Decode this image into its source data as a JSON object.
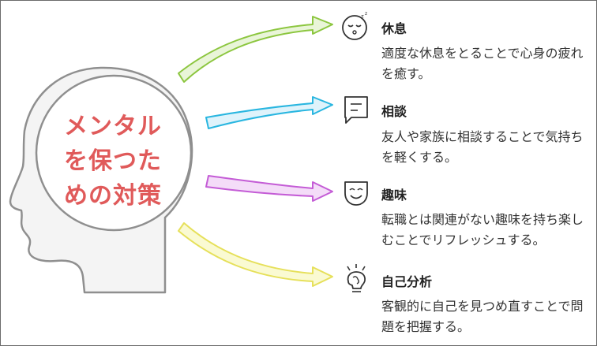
{
  "center_label": {
    "line1": "メンタル",
    "line2": "を保つた",
    "line3": "めの対策"
  },
  "items": [
    {
      "title": "休息",
      "description": "適度な休息をとることで心身の疲れを癒す。",
      "icon": "sleeping-face-icon",
      "arrow_color": "#8cc63f"
    },
    {
      "title": "相談",
      "description": "友人や家族に相談することで気持ちを軽くする。",
      "icon": "chat-note-icon",
      "arrow_color": "#29b6e0"
    },
    {
      "title": "趣味",
      "description": "転職とは関連がない趣味を持ち楽しむことでリフレッシュする。",
      "icon": "smiling-mask-icon",
      "arrow_color": "#c45cd6"
    },
    {
      "title": "自己分析",
      "description": "客観的に自己を見つめ直すことで問題を把握する。",
      "icon": "brain-gear-icon",
      "arrow_color": "#e6e05a"
    }
  ]
}
